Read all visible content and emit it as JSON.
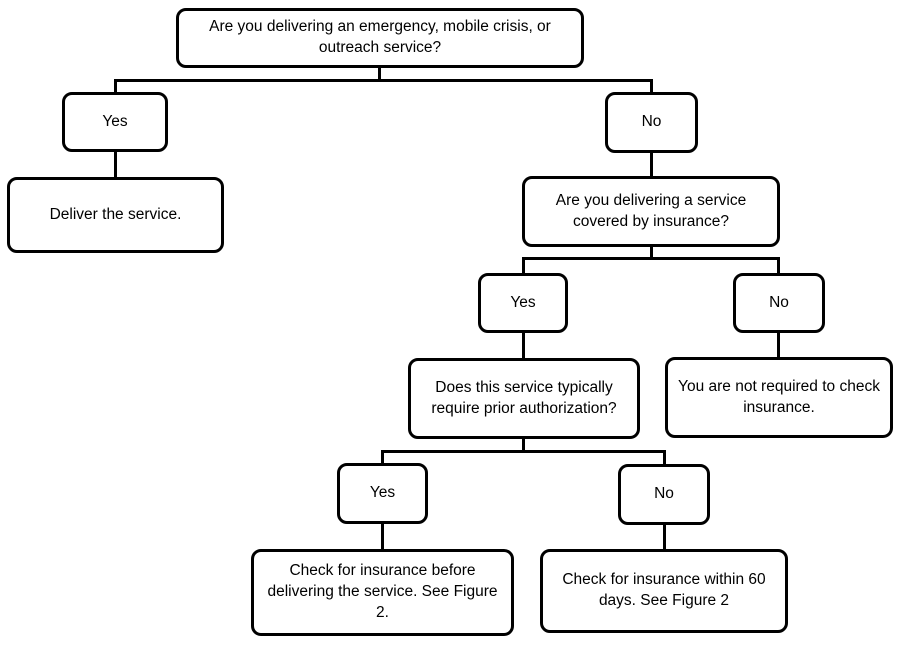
{
  "diagram": {
    "type": "decision-flowchart",
    "colors": {
      "stroke": "#000000",
      "background": "#ffffff",
      "text": "#000000"
    },
    "nodes": {
      "q1": {
        "label": "Are you delivering an emergency, mobile crisis, or outreach service?",
        "role": "question"
      },
      "yes1": {
        "label": "Yes",
        "role": "branch"
      },
      "no1": {
        "label": "No",
        "role": "branch"
      },
      "a1": {
        "label": "Deliver the service.",
        "role": "outcome"
      },
      "q2": {
        "label": "Are you delivering a service covered by insurance?",
        "role": "question"
      },
      "yes2": {
        "label": "Yes",
        "role": "branch"
      },
      "no2": {
        "label": "No",
        "role": "branch"
      },
      "q3": {
        "label": "Does this service typically require prior authorization?",
        "role": "question"
      },
      "a2": {
        "label": "You are not required to check insurance.",
        "role": "outcome"
      },
      "yes3": {
        "label": "Yes",
        "role": "branch"
      },
      "no3": {
        "label": "No",
        "role": "branch"
      },
      "a3": {
        "label": "Check for insurance before delivering the service. See Figure 2.",
        "role": "outcome"
      },
      "a4": {
        "label": "Check for insurance within 60 days. See Figure 2",
        "role": "outcome"
      }
    },
    "edges": [
      {
        "from": "q1",
        "to": "yes1"
      },
      {
        "from": "q1",
        "to": "no1"
      },
      {
        "from": "yes1",
        "to": "a1"
      },
      {
        "from": "no1",
        "to": "q2"
      },
      {
        "from": "q2",
        "to": "yes2"
      },
      {
        "from": "q2",
        "to": "no2"
      },
      {
        "from": "yes2",
        "to": "q3"
      },
      {
        "from": "no2",
        "to": "a2"
      },
      {
        "from": "q3",
        "to": "yes3"
      },
      {
        "from": "q3",
        "to": "no3"
      },
      {
        "from": "yes3",
        "to": "a3"
      },
      {
        "from": "no3",
        "to": "a4"
      }
    ]
  }
}
